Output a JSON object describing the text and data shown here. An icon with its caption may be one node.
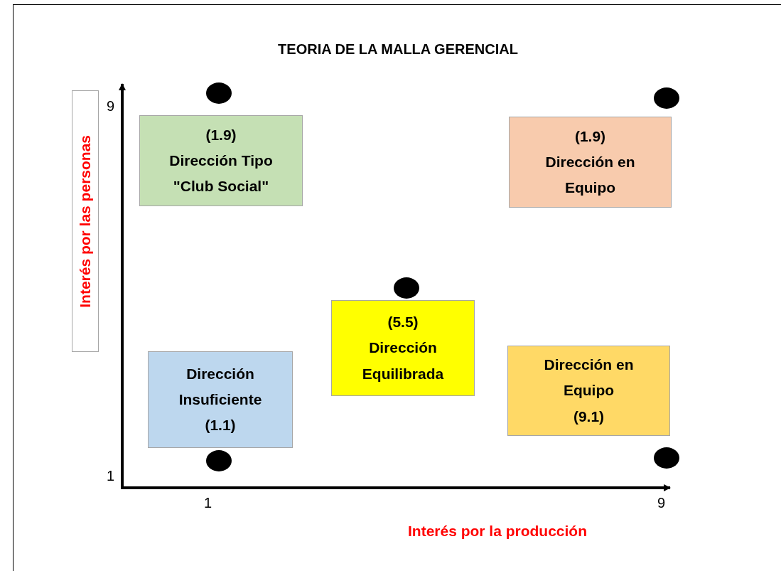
{
  "diagram": {
    "title": "TEORIA DE LA MALLA GERENCIAL",
    "nodes": [
      {
        "text": [
          "Interés por las personas"
        ]
      },
      {
        "text": [
          "(1.9)",
          "Dirección Tipo \"Club Social\""
        ]
      },
      {
        "text": [
          "(1.9)",
          "Dirección en Equipo"
        ]
      },
      {
        "text": [
          "(5.5)",
          "Dirección Equilibrada"
        ]
      },
      {
        "text": [
          "Dirección Insuficiente",
          "(1.1)"
        ]
      },
      {
        "text": [
          "Dirección en Equipo",
          "(9.1)"
        ]
      }
    ],
    "labels": [
      "9",
      "1",
      "1",
      "9",
      "Interés por la producción"
    ]
  }
}
